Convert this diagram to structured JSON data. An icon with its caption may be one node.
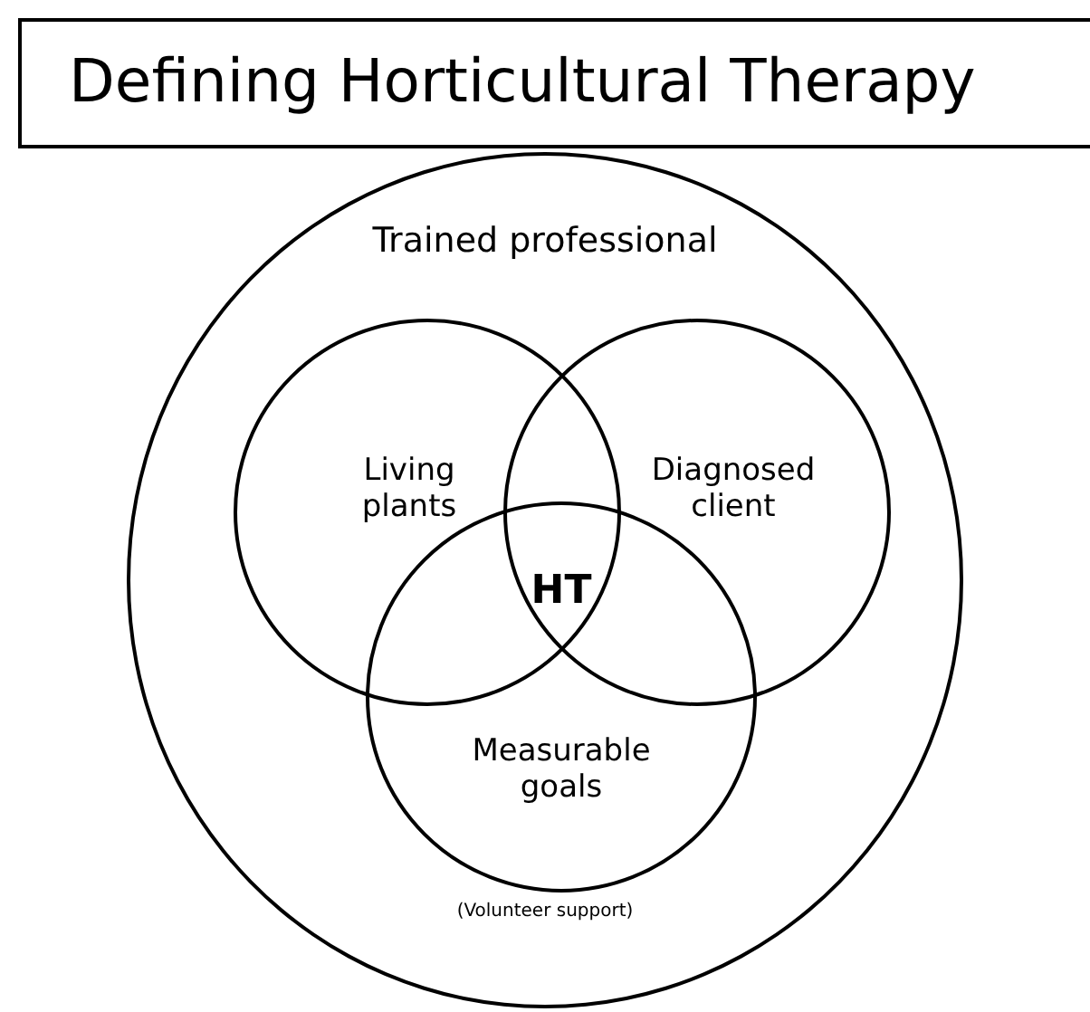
{
  "diagram": {
    "title": "Defining Horticultural Therapy",
    "nodes": [
      {
        "text": [
          "Trained professional",
          "(Volunteer support)"
        ]
      },
      {
        "text": [
          "Living plants"
        ],
        "in": 0
      },
      {
        "text": [
          "Diagnosed client"
        ],
        "in": 0
      },
      {
        "text": [
          "Measurable goals"
        ],
        "in": 0
      }
    ],
    "labels": [
      "HT"
    ]
  }
}
